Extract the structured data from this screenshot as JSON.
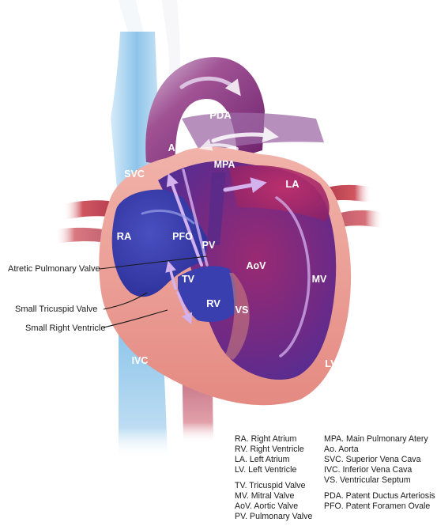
{
  "diagram": {
    "structure_labels": {
      "PDA": "PDA",
      "Ao": "Ao",
      "MPA": "MPA",
      "SVC": "SVC",
      "LA": "LA",
      "RA": "RA",
      "PFO": "PFO",
      "PV": "PV",
      "AoV": "AoV",
      "TV": "TV",
      "MV": "MV",
      "RV": "RV",
      "VS": "VS",
      "IVC": "IVC",
      "LV": "LV"
    },
    "callouts": {
      "atretic_pulmonary_valve": "Atretic Pulmonary Valve",
      "small_tricuspid_valve": "Small Tricuspid Valve",
      "small_right_ventricle": "Small Right Ventricle"
    },
    "legend": {
      "left_group_1": [
        "RA. Right Atrium",
        "RV. Right Ventricle",
        "LA. Left Atrium",
        "LV. Left Ventricle"
      ],
      "left_group_2": [
        "TV. Tricuspid Valve",
        "MV. Mitral Valve",
        "AoV.  Aortic Valve",
        "PV. Pulmonary Valve"
      ],
      "right_group_1": [
        "MPA. Main Pulmonary Atery",
        "Ao. Aorta",
        "SVC. Superior Vena Cava",
        "IVC. Inferior Vena Cava",
        "VS. Ventricular Septum"
      ],
      "right_group_2": [
        "PDA. Patent Ductus Arteriosis",
        "PFO. Patent Foramen Ovale"
      ]
    },
    "colors": {
      "vena_cava_blue": "#8fc6ea",
      "deoxygenated_blue": "#3b3fae",
      "aorta_purple": "#7a2a78",
      "left_heart_magenta": "#b02a64",
      "heart_wall_pink": "#e99a92",
      "vessel_red": "#c8424f",
      "flow_arrow": "#c9a0e8"
    }
  }
}
